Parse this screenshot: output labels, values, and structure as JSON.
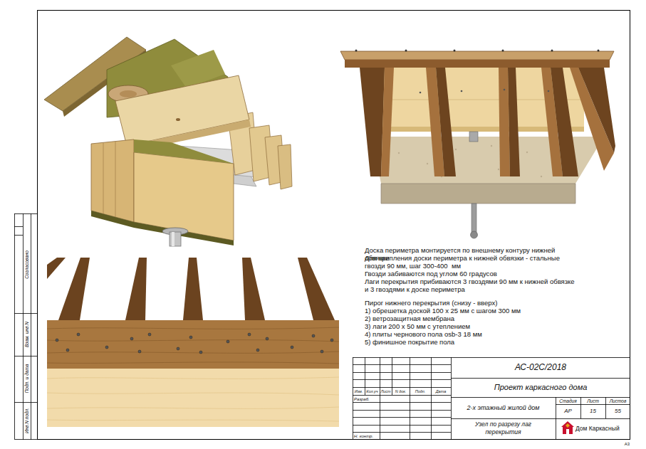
{
  "diagram": {
    "labels": [
      "Доска периметра монтируется по внешнему контуру нижней обвязки",
      "Для крепления доски периметра к нижней обвязки - стальные гвозди 90 мм, шаг 300-400  мм",
      "Гвозди забиваются под углом 60 градусов",
      "Лаги перекрытия прибиваются 3 гвоздями 90 мм к нижней обвязке и 3 гвоздями к доске периметра",
      "Пирог нижнего перекрытия (снизу - вверх)",
      "1) обрешетка доской 100 х 25 мм с шагом 300 мм",
      "2) ветрозащитная мембрана",
      "3) лаги 200 х 50 мм с утеплением",
      "4) плиты чернового пола osb-3 18 мм",
      "5) финишное покрытие пола",
      "АС-02С/2018",
      "Проект каркасного дома",
      "Изм.",
      "Кол.уч",
      "Лист",
      "N док.",
      "Подп.",
      "Дата",
      "Разраб.",
      "Н. контр.",
      "2-х этажный жилой дом",
      "Стадия",
      "Лист",
      "Листов",
      "АР",
      "15",
      "55",
      "Узел по разрезу лаг перекрытия",
      "Дом Каркасный",
      "Согласовано",
      "Взам. инв.N",
      "Подп. и дата",
      "Инв.N подл.",
      "А3"
    ]
  }
}
